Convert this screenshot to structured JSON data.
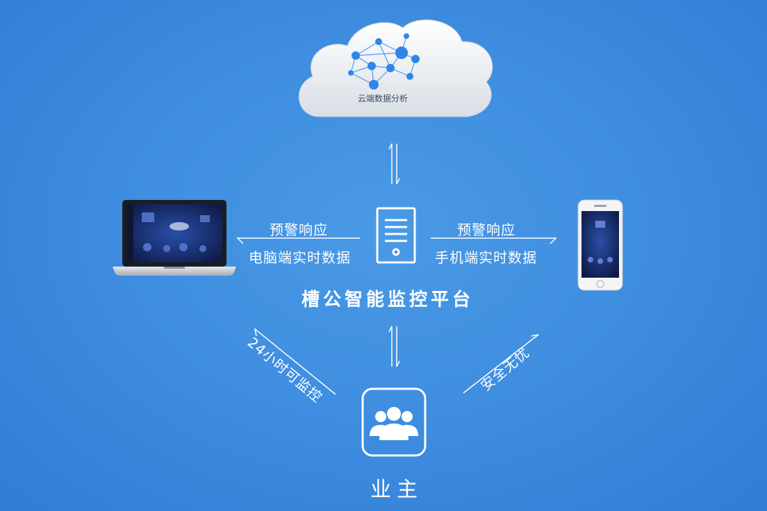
{
  "cloud": {
    "caption": "云端数据分析"
  },
  "platform": {
    "title": "槽公智能监控平台"
  },
  "left_link": {
    "top_label": "预警响应",
    "bottom_label": "电脑端实时数据"
  },
  "right_link": {
    "top_label": "预警响应",
    "bottom_label": "手机端实时数据"
  },
  "bottom_left_link": {
    "label": "24小时可监控"
  },
  "bottom_right_link": {
    "label": "安全无忧"
  },
  "owner": {
    "label": "业主"
  },
  "colors": {
    "background": "#3f8ee0",
    "node": "#2f86e8",
    "line": "#ffffff"
  },
  "icons": {
    "cloud": "cloud-icon",
    "network": "network-graph-icon",
    "server": "server-icon",
    "laptop": "laptop-icon",
    "phone": "smartphone-icon",
    "users": "users-group-icon"
  }
}
